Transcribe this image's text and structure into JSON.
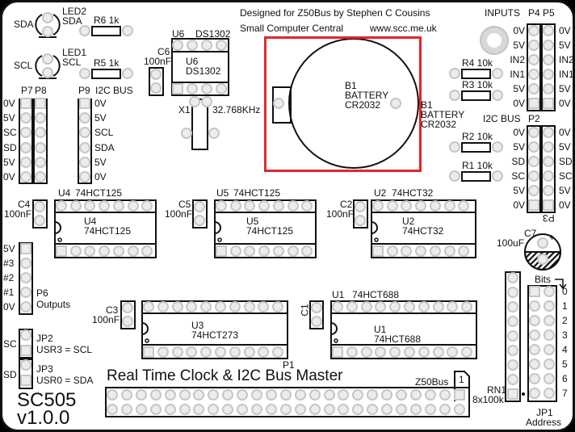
{
  "highlight_color": "#e3262b",
  "board": {
    "name": "SC505",
    "version": "v1.0.0",
    "title": "Real Time Clock & I2C Bus Master",
    "credit": "Designed for Z50Bus by Stephen C Cousins",
    "org": "Small Computer Central",
    "url": "www.scc.me.uk"
  },
  "led2": {
    "ref": "LED2",
    "val": "SDA",
    "side": "SDA"
  },
  "led1": {
    "ref": "LED1",
    "val": "SCL",
    "side": "SCL"
  },
  "r6": "R6 1k",
  "r5": "R5 1k",
  "r4": "R4 10k",
  "r3": "R3 10k",
  "r2": "R2 10k",
  "r1": "R1 10k",
  "c6": {
    "ref": "C6",
    "val": "100nF"
  },
  "u6": {
    "ref": "U6",
    "val": "DS1302"
  },
  "x1": {
    "ref": "X1",
    "val": "32.768KHz"
  },
  "p7": "P7",
  "p8": "P8",
  "p7_pins": [
    "0V",
    "5V",
    "SC",
    "SD",
    "5V",
    "0V"
  ],
  "p9": {
    "ref": "P9",
    "title": "I2C BUS",
    "pins": [
      "0V",
      "5V",
      "SCL",
      "SDA",
      "5V",
      "0V"
    ]
  },
  "battery": {
    "ref": "B1",
    "type": "BATTERY",
    "val": "CR2032"
  },
  "inputs": {
    "title": "INPUTS",
    "p4": "P4",
    "p5": "P5",
    "pins": [
      "0V",
      "5V",
      "IN2",
      "IN1",
      "5V",
      "0V"
    ]
  },
  "i2c": {
    "title": "I2C BUS",
    "p2": "P2",
    "p3": "P3",
    "pins": [
      "0V",
      "5V",
      "SD",
      "SC",
      "5V",
      "0V"
    ]
  },
  "u4": {
    "ref": "U4",
    "val": "74HCT125"
  },
  "u5": {
    "ref": "U5",
    "val": "74HCT125"
  },
  "u2": {
    "ref": "U2",
    "val": "74HCT32"
  },
  "u3": {
    "ref": "U3",
    "val": "74HCT273"
  },
  "u1": {
    "ref": "U1",
    "val": "74HCT688"
  },
  "c4": {
    "ref": "C4",
    "val": "100nF"
  },
  "c5": {
    "ref": "C5",
    "val": "100nF"
  },
  "c2": {
    "ref": "C2",
    "val": "100nF"
  },
  "c3": {
    "ref": "C3",
    "val": "100nF"
  },
  "c1": {
    "ref": "C1"
  },
  "c7": {
    "ref": "C7",
    "val": "100uF"
  },
  "p6": {
    "ref": "P6",
    "title": "Outputs",
    "pins": [
      "5V",
      "#3",
      "#2",
      "#1",
      "0V"
    ]
  },
  "jp2": {
    "ref": "JP2",
    "desc": "USR3 = SCL",
    "side": "SC"
  },
  "jp3": {
    "ref": "JP3",
    "desc": "USR0 = SDA",
    "side": "SD"
  },
  "p1": {
    "ref": "P1",
    "bus": "Z50Bus",
    "pin1": "1"
  },
  "rn1": {
    "ref": "RN1",
    "val": "8x100k"
  },
  "jp1": {
    "ref": "JP1",
    "title": "Address",
    "bits": "Bits",
    "rows": [
      "0",
      "1",
      "2",
      "3",
      "4",
      "5",
      "6",
      "7"
    ]
  }
}
